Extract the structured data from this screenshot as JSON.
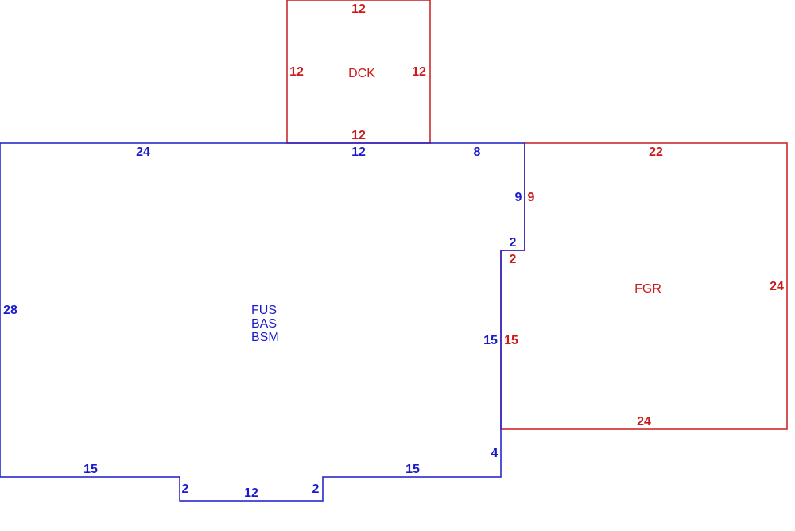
{
  "colors": {
    "main": "#1a1acc",
    "addition": "#cc1a1a",
    "background": "#ffffff"
  },
  "areas": {
    "main": {
      "codes": [
        "FUS",
        "BAS",
        "BSM"
      ]
    },
    "deck": {
      "code": "DCK"
    },
    "garage": {
      "code": "FGR"
    }
  },
  "dimensions": {
    "deck": {
      "top": "12",
      "left": "12",
      "right": "12",
      "bottom": "12"
    },
    "main": {
      "top_left": "24",
      "top_mid": "12",
      "top_right": "8",
      "right_upper": "9",
      "step_top": "2",
      "right_mid": "15",
      "right_lower": "4",
      "bottom_right": "15",
      "notch_right": "2",
      "notch_bottom": "12",
      "notch_left": "2",
      "bottom_left": "15",
      "left": "28"
    },
    "garage": {
      "top": "22",
      "left_upper": "9",
      "step": "2",
      "left_mid": "15",
      "right": "24",
      "bottom": "24"
    }
  }
}
